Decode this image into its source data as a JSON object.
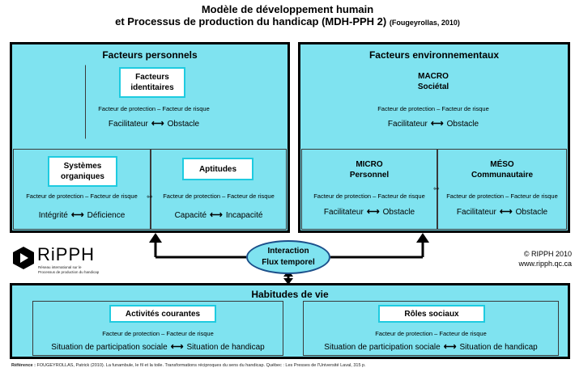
{
  "title": {
    "line1": "Modèle de développement humain",
    "line2": "et Processus de production du handicap (MDH-PPH 2)",
    "line2_ref": "(Fougeyrollas, 2010)"
  },
  "common": {
    "protection_risque": "Facteur de protection – Facteur de risque",
    "arrow": "⟷"
  },
  "personnels": {
    "header": "Facteurs personnels",
    "identitaires": {
      "label_line1": "Facteurs",
      "label_line2": "identitaires",
      "left": "Facilitateur",
      "right": "Obstacle"
    },
    "organiques": {
      "label_line1": "Systèmes",
      "label_line2": "organiques",
      "left": "Intégrité",
      "right": "Déficience"
    },
    "aptitudes": {
      "label": "Aptitudes",
      "left": "Capacité",
      "right": "Incapacité"
    }
  },
  "environnementaux": {
    "header": "Facteurs environnementaux",
    "macro": {
      "label_line1": "MACRO",
      "label_line2": "Sociétal",
      "left": "Facilitateur",
      "right": "Obstacle"
    },
    "micro": {
      "label_line1": "MICRO",
      "label_line2": "Personnel",
      "left": "Facilitateur",
      "right": "Obstacle"
    },
    "meso": {
      "label_line1": "MÉSO",
      "label_line2": "Communautaire",
      "left": "Facilitateur",
      "right": "Obstacle"
    }
  },
  "interaction": {
    "line1": "Interaction",
    "line2": "Flux temporel"
  },
  "logo": {
    "text": "RiPPH",
    "sub_line1": "Réseau international sur le",
    "sub_line2": "Processus de production du handicap"
  },
  "copyright": {
    "line1": "© RIPPH 2010",
    "line2": "www.ripph.qc.ca"
  },
  "habitudes": {
    "header": "Habitudes de vie",
    "activites": {
      "label": "Activités courantes",
      "left": "Situation de participation sociale",
      "right": "Situation de handicap"
    },
    "roles": {
      "label": "Rôles sociaux",
      "left": "Situation de participation sociale",
      "right": "Situation de handicap"
    }
  },
  "reference": {
    "label": "Référence :",
    "text": "FOUGEYROLLAS, Patrick (2010). La funambule, le fil et la toile. Transformations réciproques du sens du handicap. Québec : Les Presses de l'Université Laval, 315 p."
  },
  "colors": {
    "panel": "#7fe3f0",
    "box_border": "#1ecbe0",
    "frame": "#000000"
  }
}
